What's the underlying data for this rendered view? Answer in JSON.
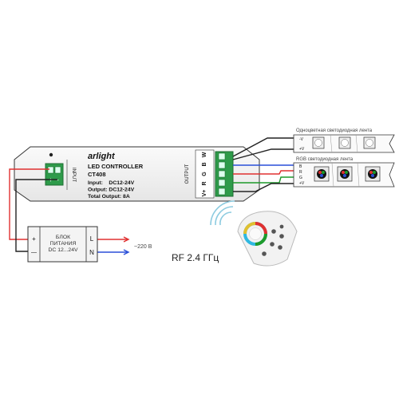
{
  "controller": {
    "brand": "arlight",
    "title": "LED CONTROLLER",
    "model": "CT408",
    "input": "Input:    DC12-24V",
    "output": "Output: DC12-24V",
    "total_output": "Total Output: 8A",
    "input_label": "INPUT",
    "output_label": "OUTPUT",
    "input_pins": [
      "+",
      "-"
    ],
    "output_pins": [
      "W",
      "B",
      "G",
      "R",
      "V+"
    ]
  },
  "power_supply": {
    "line1": "БЛОК",
    "line2": "ПИТАНИЯ",
    "line3": "DC 12...24V",
    "out_plus": "+",
    "out_minus": "—",
    "in_l": "L",
    "in_n": "N"
  },
  "mains": {
    "label": "~220 В"
  },
  "strips": {
    "mono": {
      "label": "Одноцветная светодиодная лента",
      "pin1": "-V",
      "pin2": "+V"
    },
    "rgb": {
      "label": "RGB светодиодная лента",
      "pins": [
        "B",
        "R",
        "G",
        "+V"
      ]
    }
  },
  "remote": {
    "label": "RF 2.4 ГГц"
  },
  "colors": {
    "wire_red": "#e03030",
    "wire_blue": "#2a4fd8",
    "wire_green": "#1d9a2a",
    "wire_black": "#222222",
    "terminal_green": "#2e9b4a",
    "accent_rgb": "#2fb8e0"
  }
}
